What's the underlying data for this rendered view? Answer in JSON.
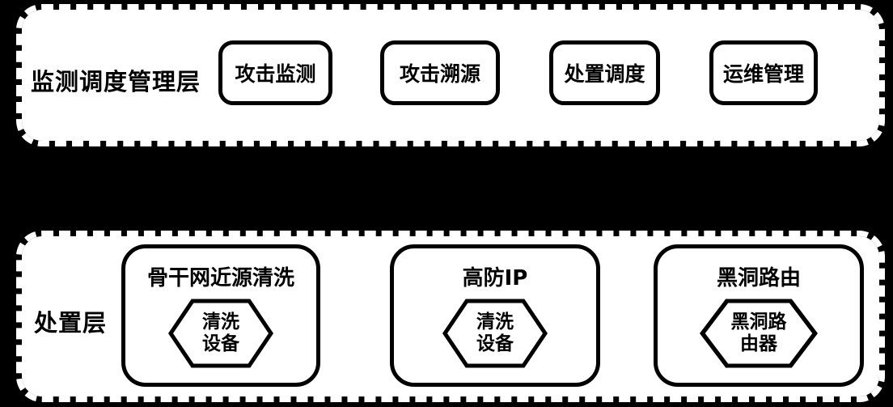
{
  "colors": {
    "background": "#000000",
    "panel_fill": "#ffffff",
    "line": "#000000",
    "text": "#000000"
  },
  "monitoring_layer": {
    "label": "监测调度管理层",
    "modules": [
      {
        "label": "攻击监测"
      },
      {
        "label": "攻击溯源"
      },
      {
        "label": "处置调度"
      },
      {
        "label": "运维管理"
      }
    ]
  },
  "disposal_layer": {
    "label": "处置层",
    "groups": [
      {
        "title": "骨干网近源清洗",
        "device_shape": "hexagon",
        "device": "清洗\n设备"
      },
      {
        "title": "高防IP",
        "device_shape": "hexagon",
        "device": "清洗\n设备"
      },
      {
        "title": "黑洞路由",
        "device_shape": "hexagon",
        "device": "黑洞路\n由器"
      }
    ]
  }
}
